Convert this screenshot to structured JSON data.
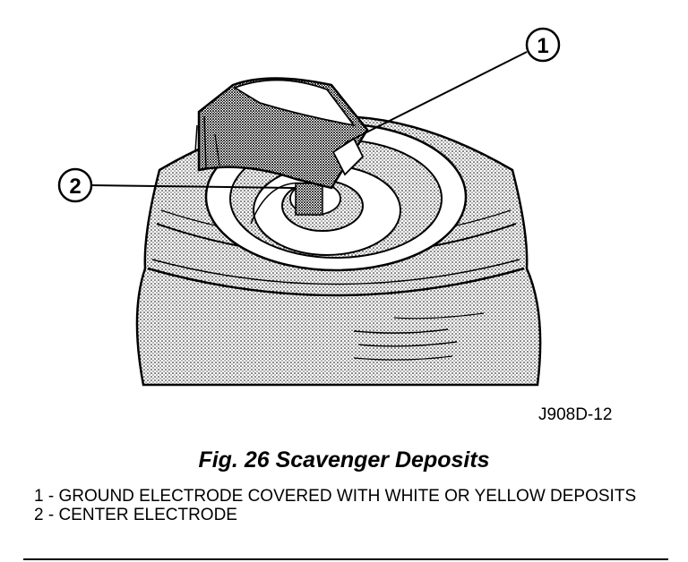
{
  "figure": {
    "callouts": [
      "1",
      "2"
    ],
    "figure_id": "J908D-12"
  },
  "caption": "Fig. 26 Scavenger Deposits",
  "legend": [
    "1 - GROUND ELECTRODE COVERED WITH WHITE OR YELLOW DEPOSITS",
    "2 - CENTER ELECTRODE"
  ],
  "colors": {
    "ink": "#000000",
    "background": "#ffffff",
    "shading": "#c8c8c8"
  }
}
